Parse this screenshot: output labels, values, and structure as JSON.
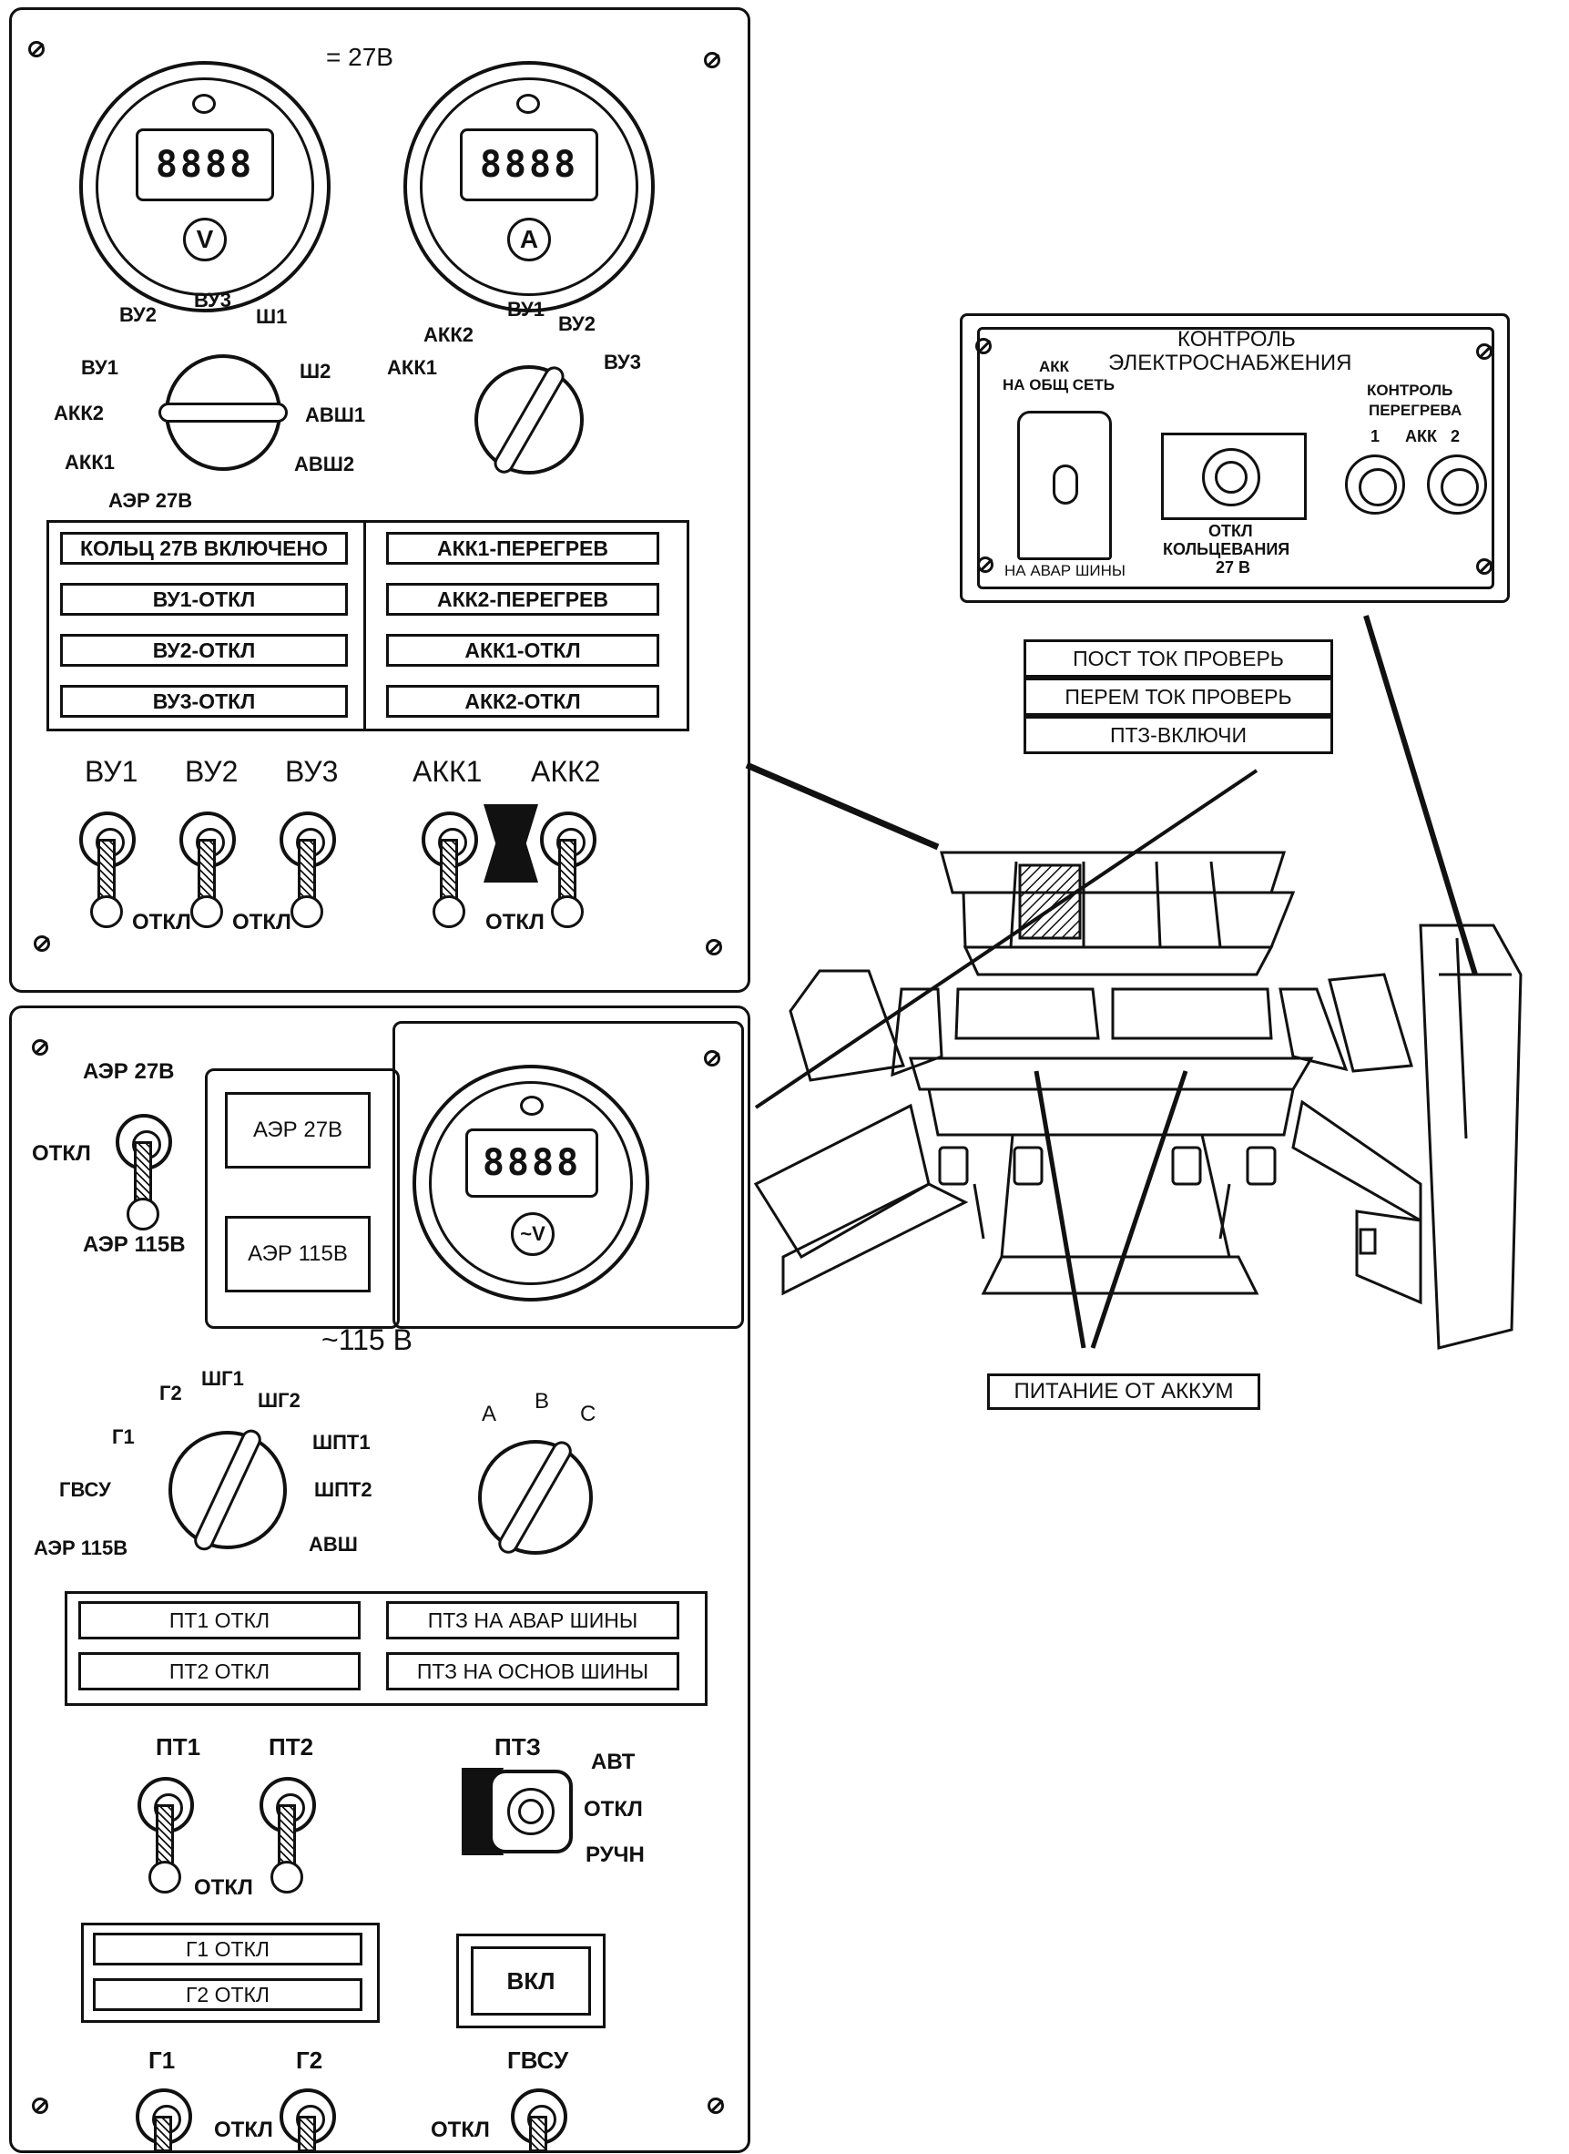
{
  "panel_dc": {
    "title": "= 27В",
    "voltmeter": {
      "display": "8888",
      "unit": "V"
    },
    "ammeter": {
      "display": "8888",
      "unit": "A"
    },
    "selector_left": {
      "positions": [
        "ВУ2",
        "ВУ3",
        "Ш1",
        "ВУ1",
        "Ш2",
        "АКК2",
        "АВШ1",
        "АКК1",
        "АВШ2",
        "АЭР 27В"
      ]
    },
    "selector_right": {
      "positions": [
        "АКК2",
        "ВУ1",
        "ВУ2",
        "АКК1",
        "ВУ3"
      ]
    },
    "annunciators": [
      [
        "КОЛЬЦ 27В ВКЛЮЧЕНО",
        "АКК1-ПЕРЕГРЕВ"
      ],
      [
        "ВУ1-ОТКЛ",
        "АКК2-ПЕРЕГРЕВ"
      ],
      [
        "ВУ2-ОТКЛ",
        "АКК1-ОТКЛ"
      ],
      [
        "ВУ3-ОТКЛ",
        "АКК2-ОТКЛ"
      ]
    ],
    "switch_labels": [
      "ВУ1",
      "ВУ2",
      "ВУ3",
      "АКК1",
      "АКК2"
    ],
    "off_labels": [
      "ОТКЛ",
      "ОТКЛ",
      "ОТКЛ"
    ]
  },
  "panel_ac": {
    "aer_switch": {
      "top": "АЭР 27В",
      "mid": "ОТКЛ",
      "bottom": "АЭР 115В"
    },
    "aer_lights": [
      "АЭР 27В",
      "АЭР 115В"
    ],
    "voltmeter": {
      "display": "8888",
      "unit": "~V"
    },
    "title": "~115 В",
    "selector_left": {
      "positions": [
        "Г2",
        "ШГ1",
        "ШГ2",
        "Г1",
        "ШПТ1",
        "ГВСУ",
        "ШПТ2",
        "АЭР 115В",
        "АВШ"
      ]
    },
    "selector_right": {
      "positions": [
        "А",
        "В",
        "С"
      ]
    },
    "annunciators": [
      [
        "ПТ1 ОТКЛ",
        "ПТЗ НА АВАР ШИНЫ"
      ],
      [
        "ПТ2 ОТКЛ",
        "ПТЗ НА ОСНОВ ШИНЫ"
      ]
    ],
    "pt_labels": [
      "ПТ1",
      "ПТ2",
      "ПТЗ"
    ],
    "pt_off": "ОТКЛ",
    "pt3_modes": [
      "АВТ",
      "ОТКЛ",
      "РУЧН"
    ],
    "gen_lights": [
      "Г1 ОТКЛ",
      "Г2 ОТКЛ"
    ],
    "on_button": "ВКЛ",
    "gen_labels": [
      "Г1",
      "Г2",
      "ГВСУ"
    ],
    "gen_off": [
      "ОТКЛ",
      "ОТКЛ"
    ]
  },
  "panel_monitor": {
    "title_line1": "КОНТРОЛЬ",
    "title_line2": "ЭЛЕКТРОСНАБЖЕНИЯ",
    "acc_label_line1": "АКК",
    "acc_label_line2": "НА ОБЩ СЕТЬ",
    "acc_bottom": "НА АВАР ШИНЫ",
    "ring_line1": "ОТКЛ",
    "ring_line2": "КОЛЬЦЕВАНИЯ",
    "ring_line3": "27 В",
    "overheat_line1": "КОНТРОЛЬ",
    "overheat_line2": "ПЕРЕГРЕВА",
    "overheat_1": "1",
    "overheat_acc": "АКК",
    "overheat_2": "2"
  },
  "test_box": [
    "ПОСТ ТОК ПРОВЕРЬ",
    "ПЕРЕМ ТОК ПРОВЕРЬ",
    "ПТЗ-ВКЛЮЧИ"
  ],
  "battery_label": "ПИТАНИЕ ОТ АККУМ"
}
